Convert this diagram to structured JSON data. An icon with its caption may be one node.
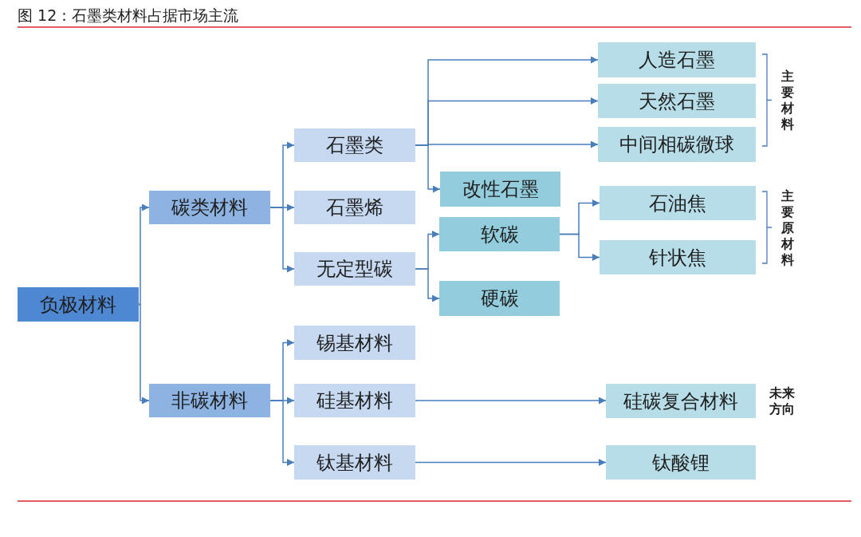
{
  "diagram": {
    "title": "图 12：石墨类材料占据市场主流",
    "nodes": [
      {
        "text": [
          "负极材料"
        ]
      },
      {
        "text": [
          "碳类材料"
        ]
      },
      {
        "text": [
          "非碳材料"
        ]
      },
      {
        "text": [
          "石墨类"
        ]
      },
      {
        "text": [
          "石墨烯"
        ]
      },
      {
        "text": [
          "无定型碳"
        ]
      },
      {
        "text": [
          "锡基材料"
        ]
      },
      {
        "text": [
          "硅基材料"
        ]
      },
      {
        "text": [
          "钛基材料"
        ]
      },
      {
        "text": [
          "人造石墨"
        ]
      },
      {
        "text": [
          "天然石墨"
        ]
      },
      {
        "text": [
          "中间相碳微球"
        ]
      },
      {
        "text": [
          "改性石墨"
        ]
      },
      {
        "text": [
          "软碳"
        ]
      },
      {
        "text": [
          "硬碳"
        ]
      },
      {
        "text": [
          "石油焦"
        ]
      },
      {
        "text": [
          "针状焦"
        ]
      },
      {
        "text": [
          "硅碳复合材料"
        ],
        "beside": [
          "未来方向"
        ]
      },
      {
        "text": [
          "钛酸锂"
        ]
      }
    ],
    "edges": [
      {
        "from": 0,
        "to": 1,
        "arrow": "to"
      },
      {
        "from": 0,
        "to": 2,
        "arrow": "to"
      },
      {
        "from": 1,
        "to": 3,
        "arrow": "to"
      },
      {
        "from": 1,
        "to": 4,
        "arrow": "to"
      },
      {
        "from": 1,
        "to": 5,
        "arrow": "to"
      },
      {
        "from": 2,
        "to": 6,
        "arrow": "to"
      },
      {
        "from": 2,
        "to": 7,
        "arrow": "to"
      },
      {
        "from": 2,
        "to": 8,
        "arrow": "to"
      },
      {
        "from": 3,
        "to": 9,
        "arrow": "to"
      },
      {
        "from": 3,
        "to": 10,
        "arrow": "to"
      },
      {
        "from": 3,
        "to": 11,
        "arrow": "to"
      },
      {
        "from": 3,
        "to": 12,
        "arrow": "to"
      },
      {
        "from": 5,
        "to": 13,
        "arrow": "to"
      },
      {
        "from": 5,
        "to": 14,
        "arrow": "to"
      },
      {
        "from": 13,
        "to": 15,
        "arrow": "to"
      },
      {
        "from": 13,
        "to": 16,
        "arrow": "to"
      },
      {
        "from": 7,
        "to": 17,
        "arrow": "to"
      },
      {
        "from": 8,
        "to": 18,
        "arrow": "to"
      }
    ],
    "labels": [
      "主要材料",
      "主要原材料"
    ]
  }
}
